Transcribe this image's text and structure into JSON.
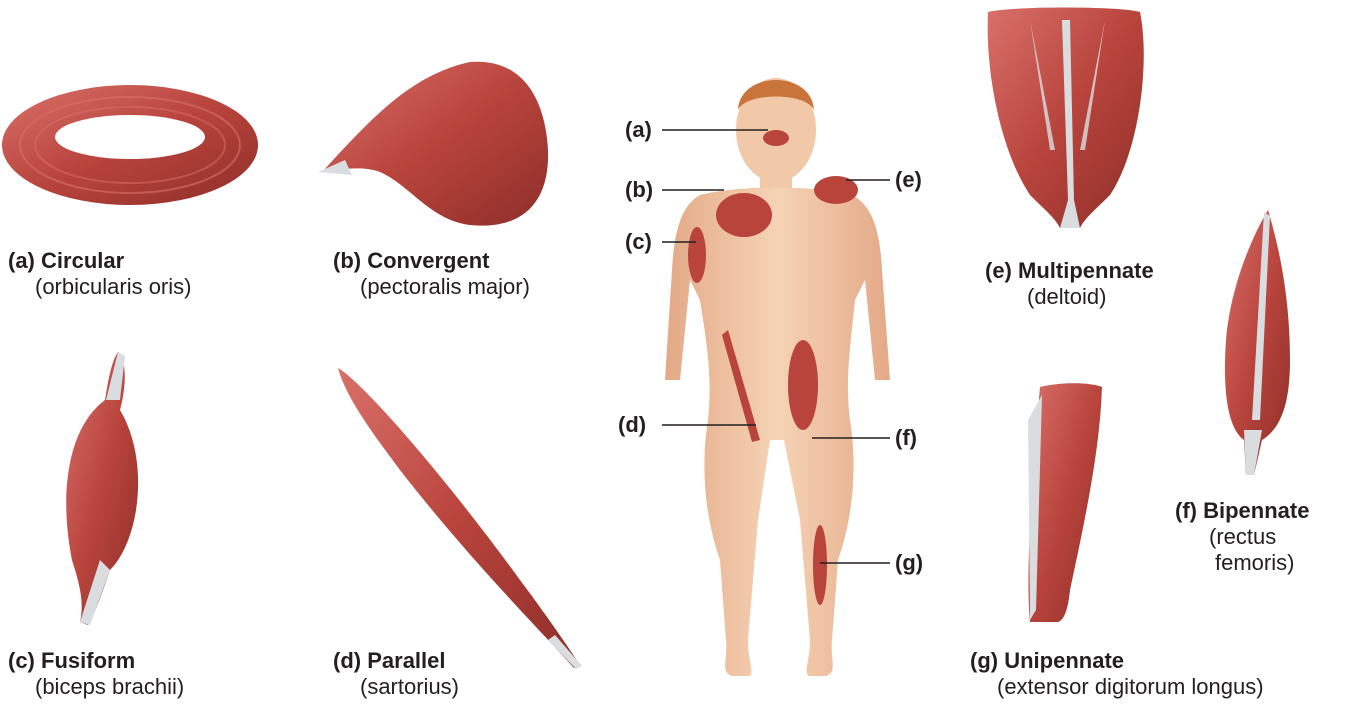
{
  "colors": {
    "muscle": "#b8443c",
    "muscle_light": "#d9706a",
    "tendon": "#d9dde0",
    "skin": "#f2c9a8",
    "skin_shade": "#e3a986",
    "hair": "#c8743a"
  },
  "figures": [
    {
      "letter": "(a)",
      "name": "Circular",
      "example": "(orbicularis oris)"
    },
    {
      "letter": "(b)",
      "name": "Convergent",
      "example": "(pectoralis major)"
    },
    {
      "letter": "(c)",
      "name": "Fusiform",
      "example": "(biceps brachii)"
    },
    {
      "letter": "(d)",
      "name": "Parallel",
      "example": "(sartorius)"
    },
    {
      "letter": "(e)",
      "name": "Multipennate",
      "example": "(deltoid)"
    },
    {
      "letter": "(f)",
      "name": "Bipennate",
      "example_line1": "(rectus",
      "example_line2": "femoris)"
    },
    {
      "letter": "(g)",
      "name": "Unipennate",
      "example": "(extensor digitorum longus)"
    }
  ],
  "callouts": [
    "(a)",
    "(b)",
    "(c)",
    "(d)",
    "(e)",
    "(f)",
    "(g)"
  ]
}
